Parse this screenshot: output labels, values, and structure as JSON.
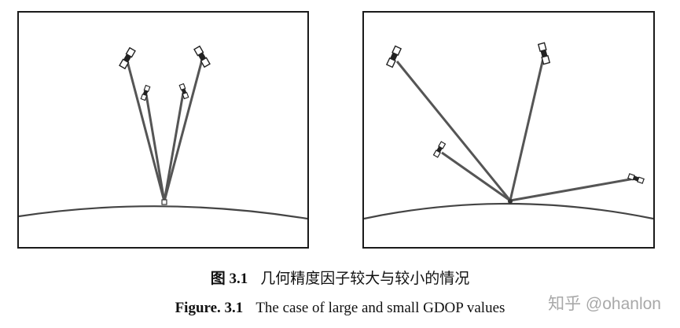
{
  "figure": {
    "caption_zh_label": "图 3.1",
    "caption_zh_text": "几何精度因子较大与较小的情况",
    "caption_en_label": "Figure. 3.1",
    "caption_en_text": "The case of large and small GDOP values"
  },
  "watermark": {
    "text": "知乎 @ohanlon"
  },
  "colors": {
    "line": "#555555",
    "earth": "#444444",
    "border": "#1a1a1a",
    "satellite": "#333333"
  },
  "icons": {
    "satellite": "satellite-icon",
    "receiver": "receiver-icon"
  }
}
